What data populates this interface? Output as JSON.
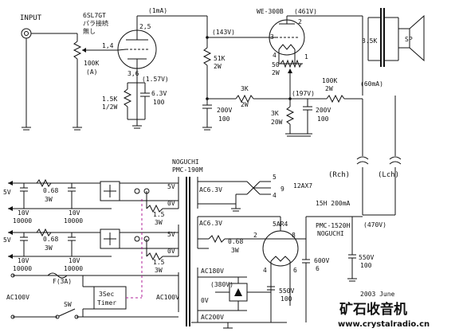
{
  "input": {
    "label": "INPUT"
  },
  "pot": {
    "value": "100K",
    "tag": "(A)"
  },
  "tube1": {
    "type": "6SL7GT",
    "note_line1": "パラ接続",
    "note_line2": "無し",
    "pins_grid": "1,4",
    "pins_plate": "2,5",
    "pins_cathode": "3,6",
    "current": "(1mA)",
    "cathode_voltage": "(1.57V)"
  },
  "cathode_r": {
    "value": "1.5K",
    "watt": "1/2W"
  },
  "cathode_c": {
    "voltage": "6.3V",
    "cap": "100"
  },
  "plate_r": {
    "value": "51K",
    "watt": "2W"
  },
  "plate_node_v": "(143V)",
  "tube2": {
    "type": "WE-300B",
    "plate_voltage": "(461V)",
    "pin_grid": "3",
    "pin_plate": "2",
    "pin_fil_a": "4",
    "pin_fil_b": "1",
    "hum_pot": "50",
    "hum_watt": "2W"
  },
  "output_tf": {
    "primary": "3.5K",
    "speaker": "SP"
  },
  "decoupling": {
    "r1": "3K",
    "r1w": "2W",
    "r2": "3K",
    "r2w": "20W",
    "node_v": "(197V)",
    "r3": "100K",
    "r3w": "2W",
    "current": "(60mA)",
    "cap1_v": "200V",
    "cap1_c": "100",
    "cap2_v": "200V",
    "cap2_c": "100"
  },
  "channels": {
    "right": "(Rch)",
    "left": "(Lch)"
  },
  "power_tf": {
    "maker": "NOGUCHI",
    "model": "PMC-190M",
    "ac180": "AC180V",
    "ac200": "AC200V",
    "ac100": "AC100V"
  },
  "heaters": {
    "out_a_v": "5V",
    "out_b_v": "5V",
    "r_a": "0.68",
    "r_a_w": "3W",
    "r_b": "0.68",
    "r_b_w": "3W",
    "cap_a_v": "10V",
    "cap_a_c": "10000",
    "cap_b_v": "10V",
    "cap_b_c": "10000",
    "cap_c_v": "10V",
    "cap_c_c": "10000",
    "cap_d_v": "10V",
    "cap_d_c": "10000",
    "sec_5v_a": "5V",
    "sec_0v_a": "0V",
    "sec_5v_b": "5V",
    "sec_0v_b": "0V",
    "r_15_a": "1.5",
    "r_15_a_w": "3W",
    "r_15_b": "1.5",
    "r_15_b_w": "3W",
    "ac63_a": "AC6.3V",
    "ac63_b": "AC6.3V",
    "ac63_r": "0.68",
    "ac63_r_w": "3W"
  },
  "tube3": {
    "type": "12AX7",
    "pin5": "5",
    "pin4": "4",
    "pin9": "9"
  },
  "rectifier": {
    "type": "5AR4",
    "pin2": "2",
    "pin8": "8",
    "pin4": "4",
    "pin6": "6"
  },
  "choke": {
    "value": "15H 200mA",
    "model": "PMC-1520H",
    "maker": "NOGUCHI"
  },
  "supply": {
    "b_voltage": "(470V)",
    "cap1_v": "600V",
    "cap1_c": "6",
    "cap2_v": "550V",
    "cap2_c": "100",
    "cap3_v": "550V",
    "cap3_c": "100",
    "bridge_v": "(380V)"
  },
  "mains": {
    "fuse": "F(3A)",
    "switch": "SW",
    "ac_in": "AC100V",
    "timer_line1": "3Sec",
    "timer_line2": "Timer",
    "zero_v": "0V"
  },
  "footer": {
    "date": "2003 June"
  },
  "watermark": {
    "cn": "矿石收音机",
    "url": "www.crystalradio.cn"
  },
  "colors": {
    "line": "#111111",
    "timer_wire": "#b0209a",
    "watermark": "#3a76b5",
    "background": "#ffffff"
  }
}
